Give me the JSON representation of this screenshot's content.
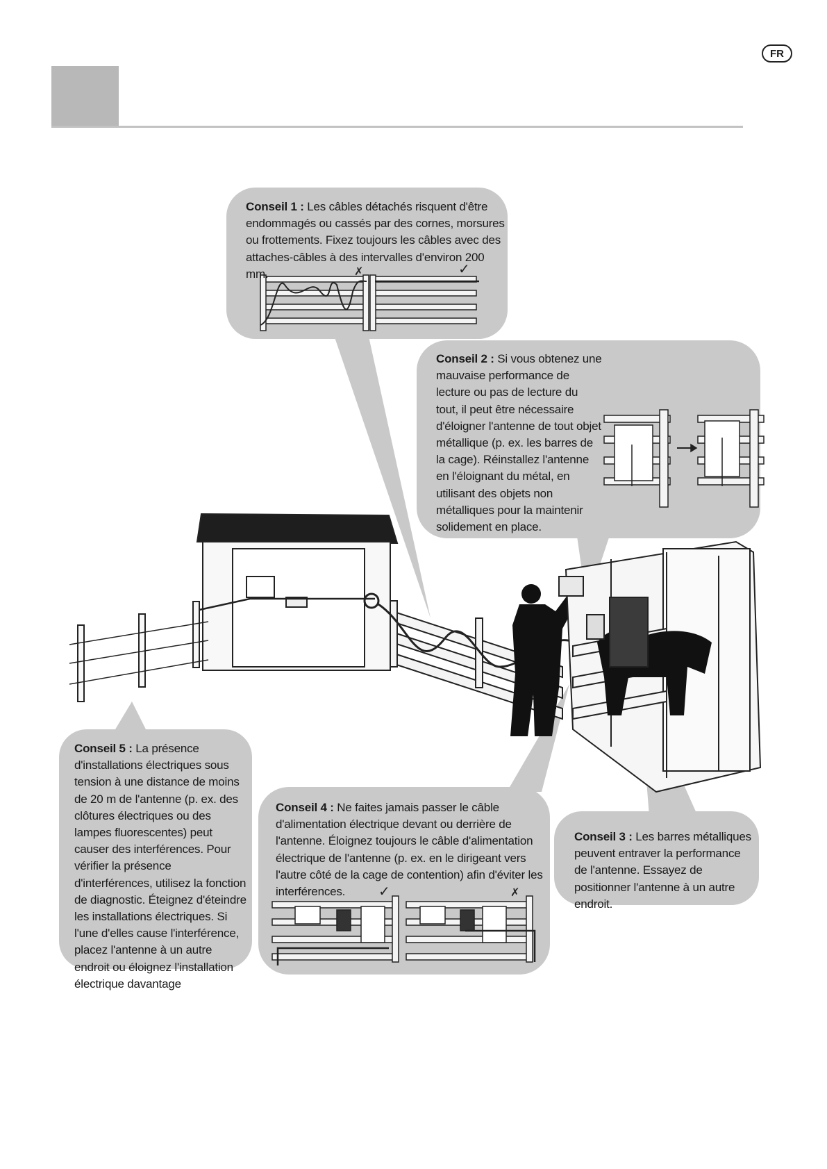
{
  "header": {
    "lang_badge": "FR"
  },
  "tips": [
    {
      "id": "tip1",
      "label": "Conseil 1 :",
      "text": "Les câbles détachés risquent d'être endommagés ou cassés par des cornes, morsures ou frottements. Fixez toujours les câbles avec des attaches-câbles à des intervalles d'environ 200 mm."
    },
    {
      "id": "tip2",
      "label": "Conseil 2 :",
      "text": "Si vous obtenez une mauvaise performance de lecture ou pas de lecture du tout, il peut être nécessaire d'éloigner l'antenne de tout objet métallique (p. ex. les barres de la cage). Réinstallez l'antenne en l'éloignant du métal, en utilisant des objets non métalliques pour la maintenir solidement en place."
    },
    {
      "id": "tip3",
      "label": "Conseil 3 :",
      "text": "Les barres métalliques peuvent entraver la performance de l'antenne. Essayez de positionner l'antenne à un autre endroit."
    },
    {
      "id": "tip4",
      "label": "Conseil 4 :",
      "text": "Ne faites jamais passer le câble d'alimentation électrique devant ou derrière de l'antenne. Éloignez toujours le câble d'alimentation électrique de l'antenne (p. ex. en le dirigeant vers l'autre côté de la cage de contention) afin d'éviter les interférences."
    },
    {
      "id": "tip5",
      "label": "Conseil 5 :",
      "text": "La présence d'installations électriques sous tension à une distance de moins de 20 m de l'antenne (p. ex. des clôtures électriques ou des lampes fluorescentes) peut causer des interférences. Pour vérifier la présence d'interférences, utilisez la fonction de diagnostic. Éteignez d'éteindre les installations électriques. Si l'une d'elles cause l'interférence, placez l'antenne à un autre endroit ou éloignez l'installation électrique davantage"
    }
  ],
  "marks": {
    "wrong": "✗",
    "right": "✓"
  },
  "colors": {
    "bubble": "#c9c9c9",
    "header_block": "#b8b8b8",
    "ink": "#1a1a1a"
  }
}
